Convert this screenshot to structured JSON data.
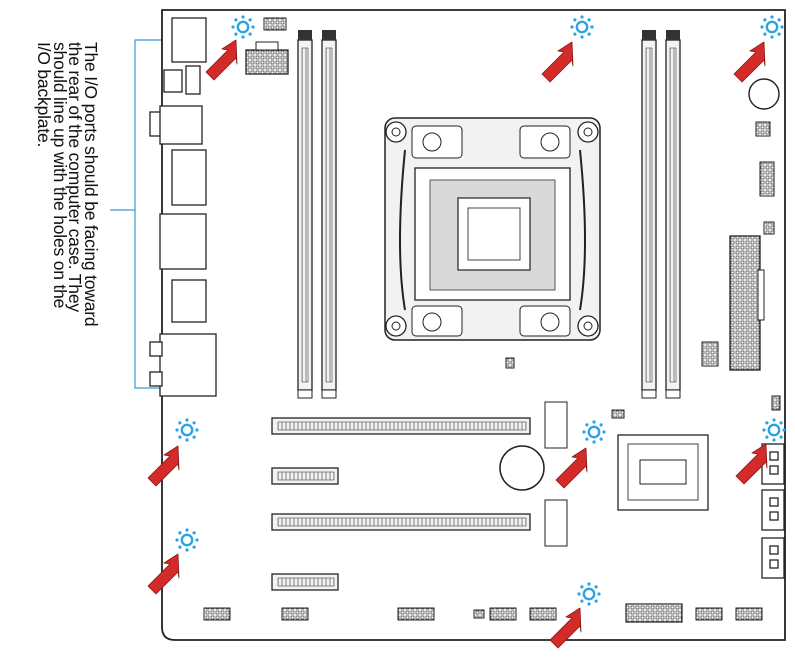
{
  "caption": {
    "lines": [
      "The I/O ports should be facing toward",
      "the rear of the computer case. They",
      "should line up with the holes on the",
      "I/O backplate."
    ]
  },
  "colors": {
    "arrow": "#d42a2a",
    "arrow_outline": "#8a1616",
    "screw_hole": "#2aa3e3",
    "leader_line": "#3a9bd5",
    "board_outline": "#222222",
    "slot_fill": "#f2f2f2"
  },
  "icons": {
    "mounting_hole": "screw-hole-icon",
    "pointer": "red-arrow-icon"
  }
}
